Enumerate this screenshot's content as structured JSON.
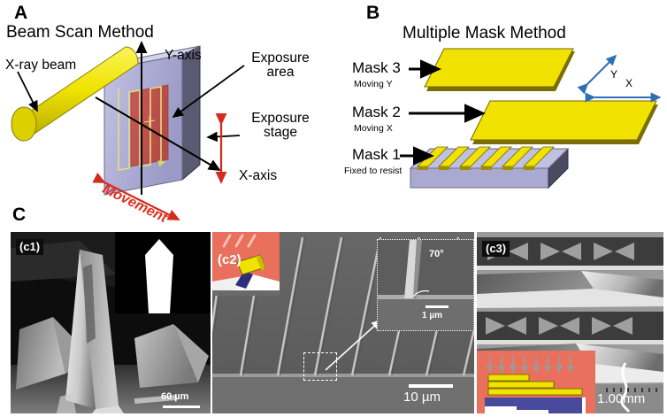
{
  "figure": {
    "panels": {
      "A": {
        "letter": "A",
        "title": "Beam Scan Method",
        "labels": {
          "xray_beam": "X-ray beam",
          "y_axis": "Y-axis",
          "x_axis": "X-axis",
          "exposure_area": "Exposure\narea",
          "exposure_stage": "Exposure\nstage",
          "movement": "Movement"
        },
        "colors": {
          "beam": "#e8e000",
          "stage": "#b0b0d8",
          "stage_edge": "#4a4a60",
          "exposure_area": "#c25050",
          "scan_path": "#f5e97a",
          "movement_arrow": "#e03020"
        }
      },
      "B": {
        "letter": "B",
        "title": "Multiple Mask Method",
        "masks": [
          {
            "name": "Mask 3",
            "sub": "Moving Y"
          },
          {
            "name": "Mask 2",
            "sub": "Moving X"
          },
          {
            "name": "Mask 1",
            "sub": "Fixed to resist"
          }
        ],
        "axes": {
          "x": "X",
          "y": "Y"
        },
        "colors": {
          "mask": "#f2e200",
          "mask_edge": "#7a6f00",
          "substrate": "#b0b0d8",
          "substrate_edge": "#4a4a60",
          "axis_arrow": "#2f6fb5"
        }
      },
      "C": {
        "letter": "C",
        "subpanels": [
          {
            "tag": "(c1)",
            "scalebar": "60 µm",
            "description": "SEM of microneedle pyramid structures with white arrow inset"
          },
          {
            "tag": "(c2)",
            "scalebar": "10 µm",
            "inset_angle": "70°",
            "inset_scalebar": "1 µm",
            "description": "SEM of inclined trench walls with magnified dotted-box inset"
          },
          {
            "tag": "(c3)",
            "scalebar": "1.00mm",
            "description": "SEM of stacked multi-level microstructures with schematic inset"
          }
        ],
        "colors": {
          "inset_bg": "#e8705c",
          "inset_mask": "#f2e200",
          "inset_resist": "#4a4a9c",
          "tag_bg": "#0d0d0d",
          "tag_fg": "#ffffff"
        }
      }
    }
  }
}
